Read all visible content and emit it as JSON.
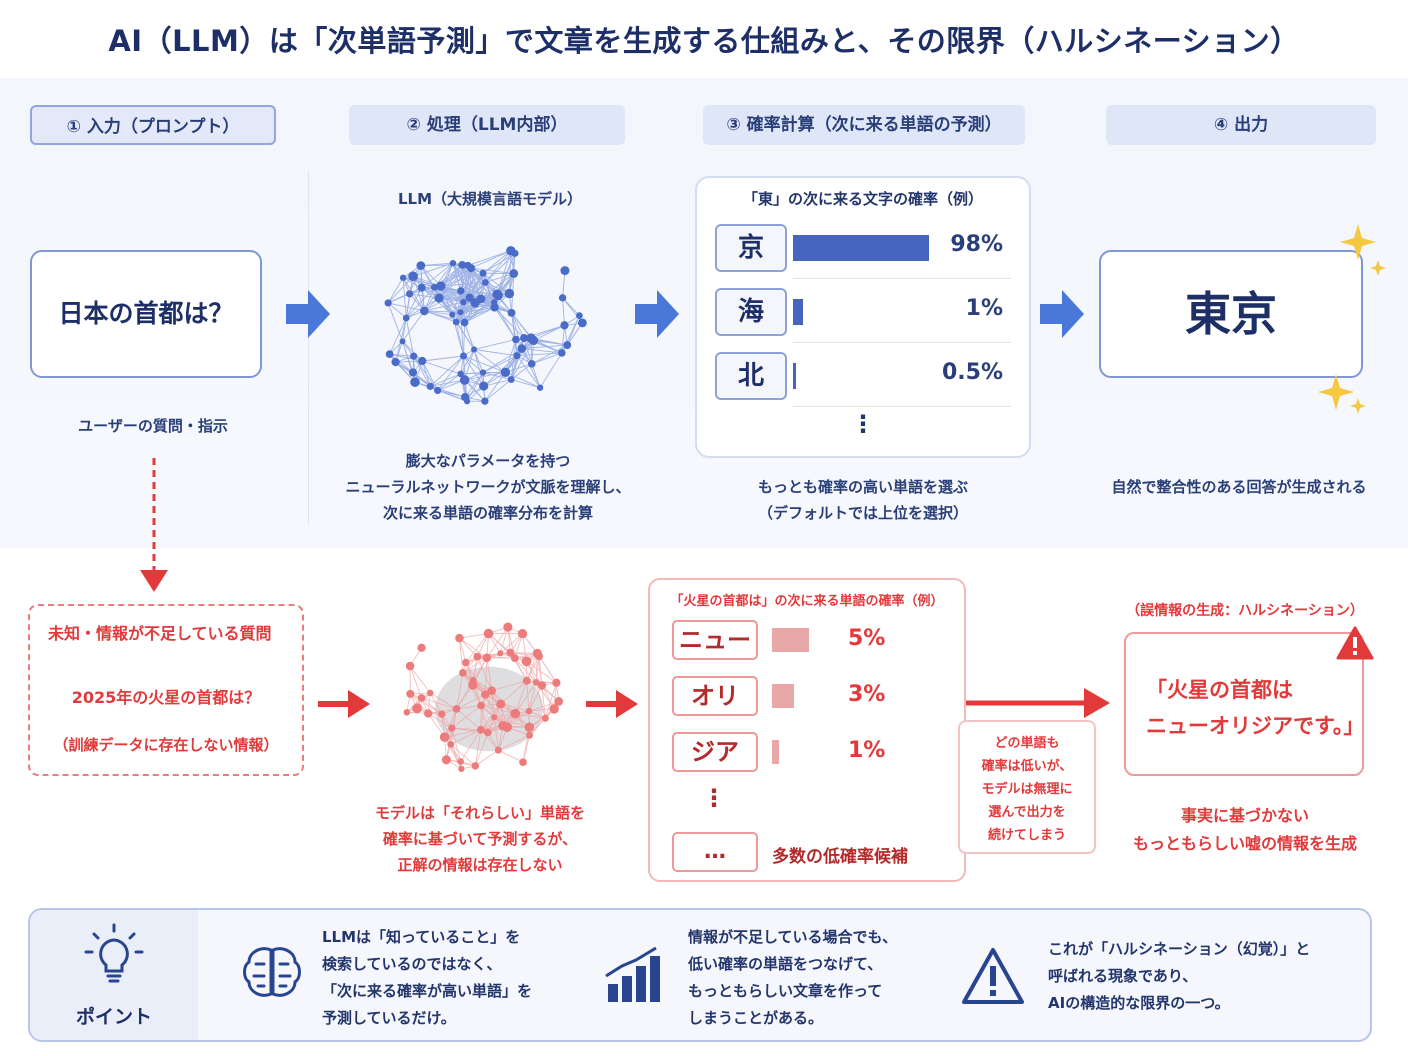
{
  "title": "AI（LLM）は「次単語予測」で文章を生成する仕組みと、その限界（ハルシネーション）",
  "steps": [
    {
      "label": "① 入力（プロンプト）"
    },
    {
      "label": "② 処理（LLM内部）"
    },
    {
      "label": "③ 確率計算（次に来る単語の予測）"
    },
    {
      "label": "④ 出力"
    }
  ],
  "input": {
    "prompt": "日本の首都は？",
    "caption": "ユーザーの質問・指示"
  },
  "process": {
    "model_label": "LLM（大規模言語モデル）",
    "caption_lines": [
      "膨大なパラメータを持つ",
      "ニューラルネットワークが文脈を理解し、",
      "次に来る単語の確率分布を計算"
    ]
  },
  "probability": {
    "title": "「東」の次に来る文字の確率（例）",
    "candidates": [
      {
        "token": "京",
        "value": 98,
        "display": "98%"
      },
      {
        "token": "海",
        "value": 1,
        "display": "1%"
      },
      {
        "token": "北",
        "value": 0.5,
        "display": "0.5%"
      }
    ],
    "ellipsis": "⋮",
    "caption_lines": [
      "もっとも確率の高い単語を選ぶ",
      "（デフォルトでは上位を選択）"
    ]
  },
  "output": {
    "answer": "東京",
    "caption": "自然で整合性のある回答が生成される"
  },
  "hallucination": {
    "question_header": "未知・情報が不足している質問",
    "question": "2025年の火星の首都は？",
    "question_note": "（訓練データに存在しない情報）",
    "model_caption_lines": [
      "モデルは「それらしい」単語を",
      "確率に基づいて予測するが、",
      "正解の情報は存在しない"
    ],
    "prob_title": "「火星の首都は」の次に来る単語の確率（例）",
    "candidates": [
      {
        "token": "ニュー",
        "value": 5,
        "display": "5%"
      },
      {
        "token": "オリ",
        "value": 3,
        "display": "3%"
      },
      {
        "token": "ジア",
        "value": 1,
        "display": "1%"
      }
    ],
    "ellipsis": "⋮",
    "more_box": "…",
    "more_label": "多数の低確率候補",
    "note_lines": [
      "どの単語も",
      "確率は低いが、",
      "モデルは無理に",
      "選んで出力を",
      "続けてしまう"
    ],
    "output_header": "（誤情報の生成：ハルシネーション）",
    "output_lines": [
      "「火星の首都は",
      "ニューオリジアです。」"
    ],
    "output_caption_lines": [
      "事実に基づかない",
      "もっともらしい嘘の情報を生成"
    ]
  },
  "point": {
    "label": "ポイント",
    "items": [
      {
        "icon": "brain-icon",
        "lines": [
          "LLMは「知っていること」を",
          "検索しているのではなく、",
          "「次に来る確率が高い単語」を",
          "予測しているだけ。"
        ]
      },
      {
        "icon": "bar-chart-icon",
        "lines": [
          "情報が不足している場合でも、",
          "低い確率の単語をつなげて、",
          "もっともらしい文章を作って",
          "しまうことがある。"
        ]
      },
      {
        "icon": "warning-icon",
        "lines": [
          "これが「ハルシネーション（幻覚）」と",
          "呼ばれる現象であり、",
          "AIの構造的な限界の一つ。"
        ]
      }
    ]
  },
  "colors": {
    "primary": "#1d2f66",
    "accent_blue": "#4565c0",
    "accent_red": "#e23a3a",
    "arrow_blue": "#4a78d8"
  }
}
